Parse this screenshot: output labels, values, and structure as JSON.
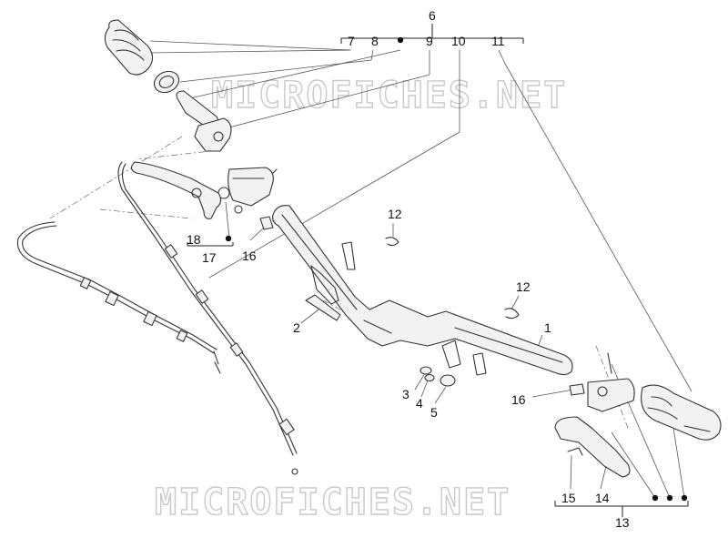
{
  "watermarks": [
    "MICROFICHES.NET",
    "MICROFICHES.NET"
  ],
  "callouts": {
    "c1": "1",
    "c2": "2",
    "c3": "3",
    "c4": "4",
    "c5": "5",
    "c6": "6",
    "c7": "7",
    "c8": "8",
    "c9": "9",
    "c10": "10",
    "c11": "11",
    "c12a": "12",
    "c12b": "12",
    "c13": "13",
    "c14": "14",
    "c15": "15",
    "c16a": "16",
    "c16b": "16",
    "c17": "17",
    "c18": "18"
  },
  "colors": {
    "ink": "#222222",
    "watermark": "#c9c9c9"
  }
}
